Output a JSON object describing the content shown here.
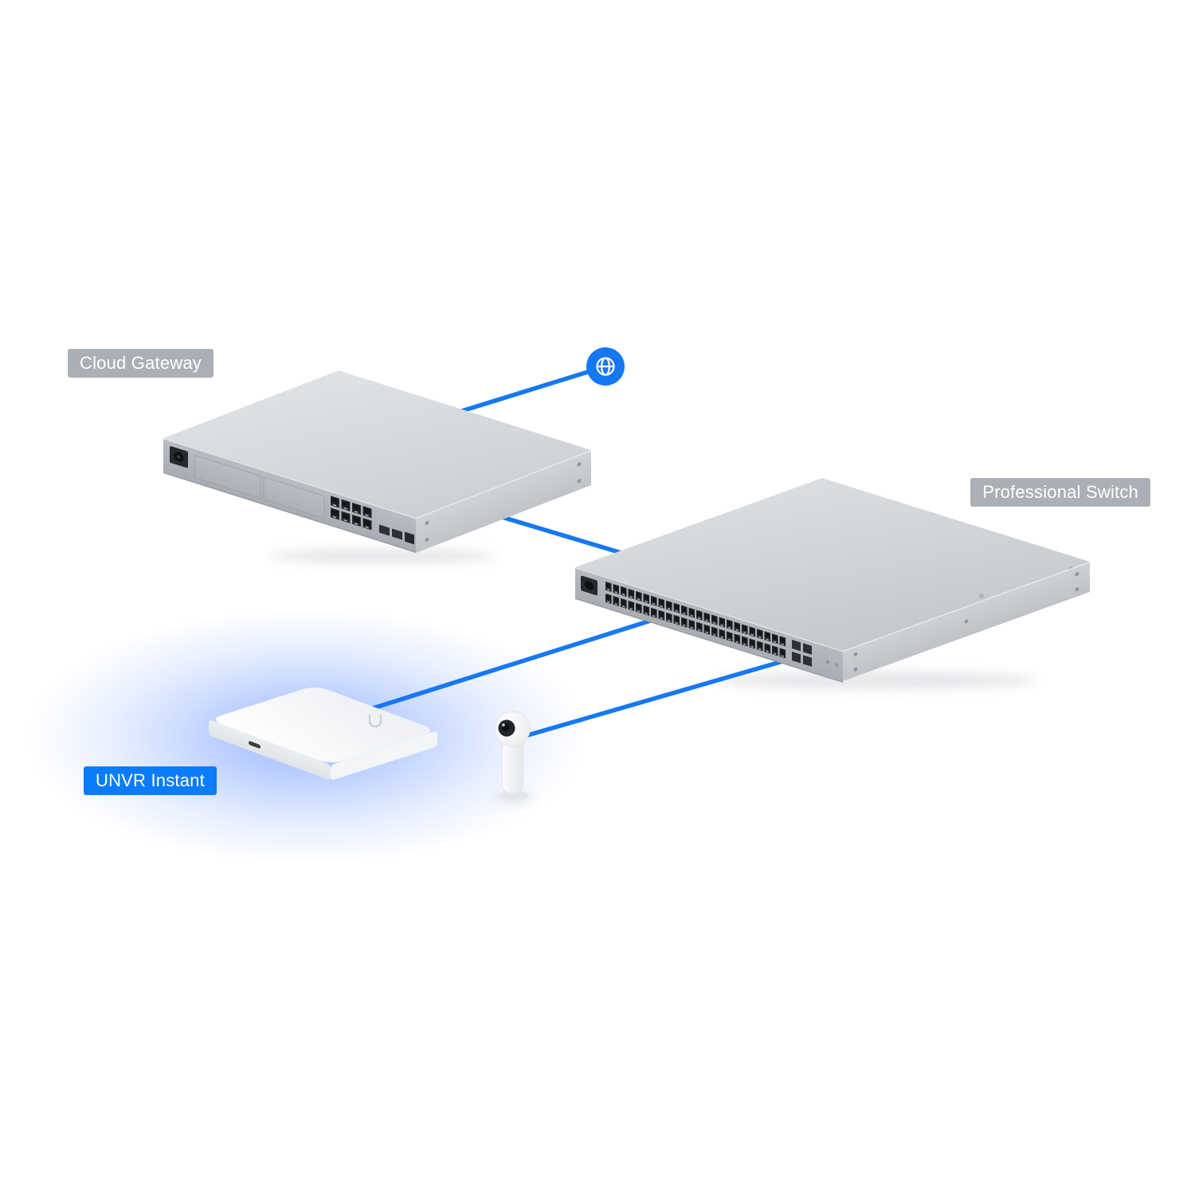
{
  "diagram": {
    "labels": {
      "cloud_gateway": "Cloud Gateway",
      "professional_switch": "Professional Switch",
      "unvr_instant": "UNVR Instant"
    },
    "devices": [
      {
        "id": "internet",
        "icon": "globe-icon"
      },
      {
        "id": "cloud-gateway",
        "label": "Cloud Gateway"
      },
      {
        "id": "professional-switch",
        "label": "Professional Switch"
      },
      {
        "id": "unvr-instant",
        "label": "UNVR Instant"
      },
      {
        "id": "camera"
      }
    ],
    "connections": [
      {
        "from": "internet",
        "to": "cloud-gateway"
      },
      {
        "from": "cloud-gateway",
        "to": "professional-switch"
      },
      {
        "from": "professional-switch",
        "to": "unvr-instant"
      },
      {
        "from": "professional-switch",
        "to": "camera"
      }
    ],
    "colors": {
      "background": "#ffffff",
      "connection_line": "#1778f3",
      "internet_icon_blue": "#1577f2",
      "badge_gray": "#a3a9af",
      "badge_blue": "#0b7cf9",
      "glow_blue": "#96b4ff",
      "device_gray": "#c7cbd0"
    }
  }
}
